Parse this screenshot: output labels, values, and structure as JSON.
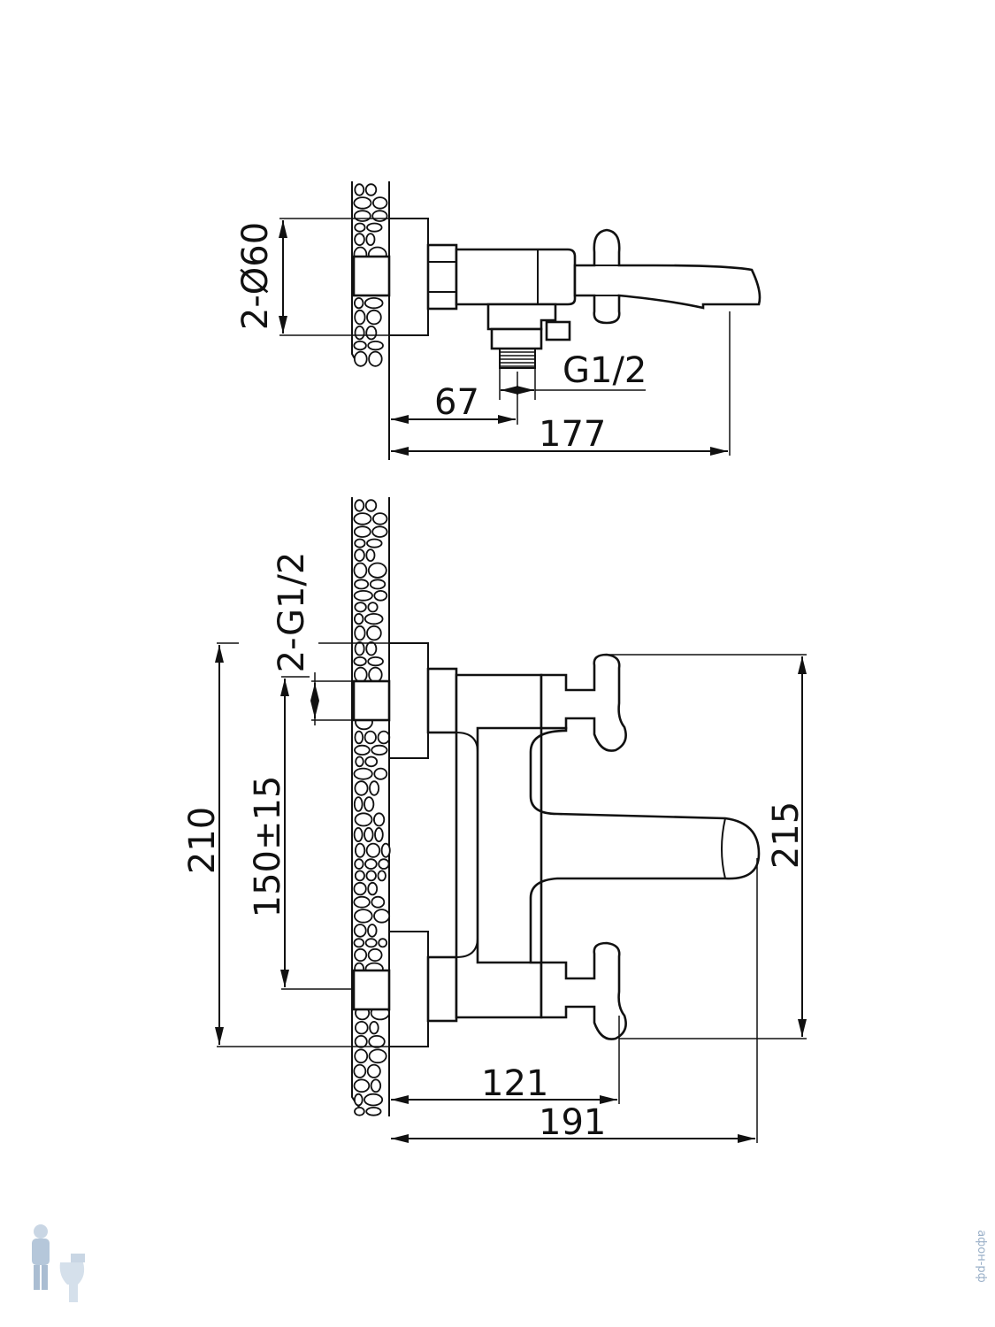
{
  "top_view": {
    "dim_diameter": "2-Ø60",
    "dim_thread": "G1/2",
    "dim_67": "67",
    "dim_177": "177"
  },
  "front_view": {
    "dim_thread_pair": "2-G1/2",
    "dim_210": "210",
    "dim_150": "150±15",
    "dim_215": "215",
    "dim_121": "121",
    "dim_191": "191"
  },
  "watermark": {
    "vertical_text": "афон-рф",
    "logo_icon": "plumber-mascot-icon"
  },
  "colors": {
    "line": "#111111",
    "watermark": "#9ab0c8"
  }
}
